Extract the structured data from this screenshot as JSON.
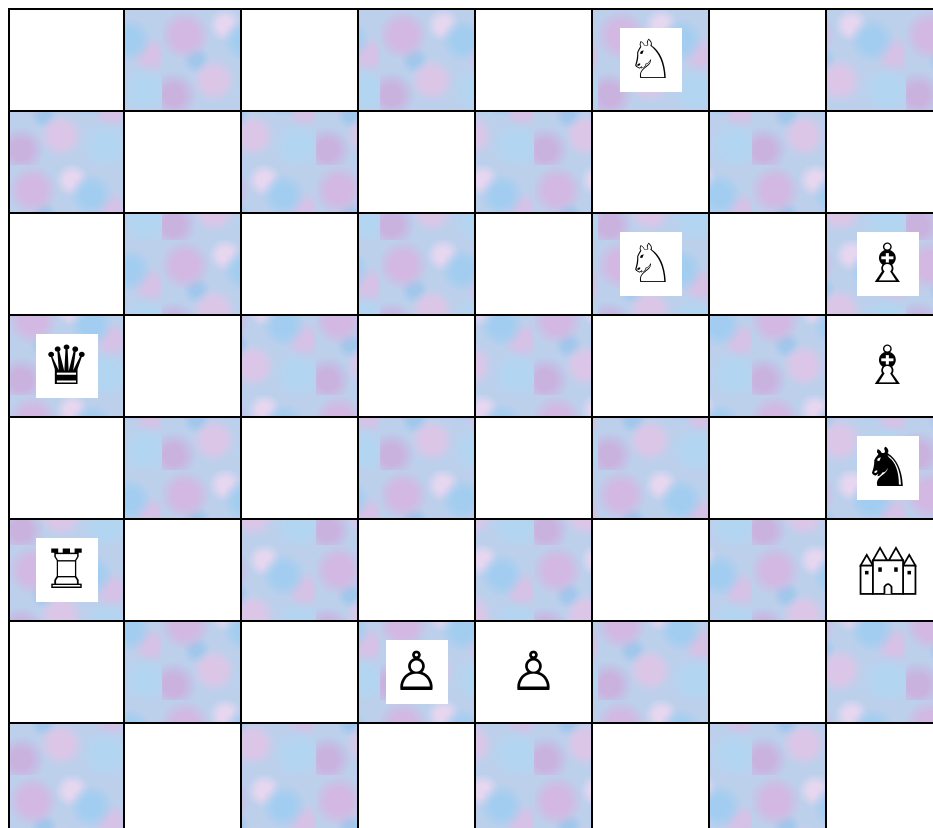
{
  "board": {
    "files": 8,
    "ranks": 8,
    "light_color": "#ffffff",
    "dark_color": "#bcd0ec",
    "top_left_square": "light"
  },
  "pieces": [
    {
      "name": "knight-icon",
      "color": "white",
      "glyph": "♘",
      "row": 0,
      "col": 5
    },
    {
      "name": "knight-icon",
      "color": "white",
      "glyph": "♘",
      "row": 2,
      "col": 5
    },
    {
      "name": "bishop-icon",
      "color": "white",
      "glyph": "♗",
      "row": 2,
      "col": 7
    },
    {
      "name": "queen-icon",
      "color": "black",
      "glyph": "♛",
      "row": 3,
      "col": 0
    },
    {
      "name": "bishop-icon",
      "color": "white",
      "glyph": "♗",
      "row": 3,
      "col": 7
    },
    {
      "name": "knight-icon",
      "color": "black",
      "glyph": "♞",
      "row": 4,
      "col": 7
    },
    {
      "name": "rook-icon",
      "color": "white",
      "glyph": "♖",
      "row": 5,
      "col": 0
    },
    {
      "name": "castle-icon",
      "color": "white",
      "glyph": "castle",
      "row": 5,
      "col": 7
    },
    {
      "name": "pawn-icon",
      "color": "white",
      "glyph": "♙",
      "row": 6,
      "col": 3
    },
    {
      "name": "pawn-icon",
      "color": "white",
      "glyph": "♙",
      "row": 6,
      "col": 4
    }
  ]
}
